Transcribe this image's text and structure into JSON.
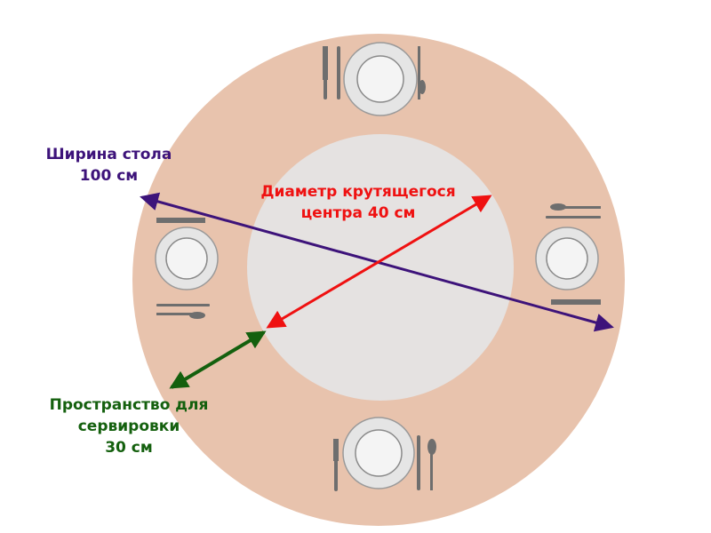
{
  "colors": {
    "table": "#e8c3ad",
    "center": "#e5e2e1",
    "width_arrow": "#3d137a",
    "center_arrow": "#ef1111",
    "serve_arrow": "#14600e",
    "plate_rim": "#e5e5e5",
    "plate_inner": "#f4f4f4",
    "cutlery": "#6e6e6e"
  },
  "labels": {
    "width": {
      "line1": "Ширина стола",
      "line2": "100 см"
    },
    "center": {
      "line1": "Диаметр крутящегося",
      "line2": "центра 40 см"
    },
    "serving": {
      "line1": "Пространство для",
      "line2": "сервировки",
      "line3": "30 см"
    }
  },
  "place_settings": [
    "top",
    "left",
    "right",
    "bottom"
  ]
}
